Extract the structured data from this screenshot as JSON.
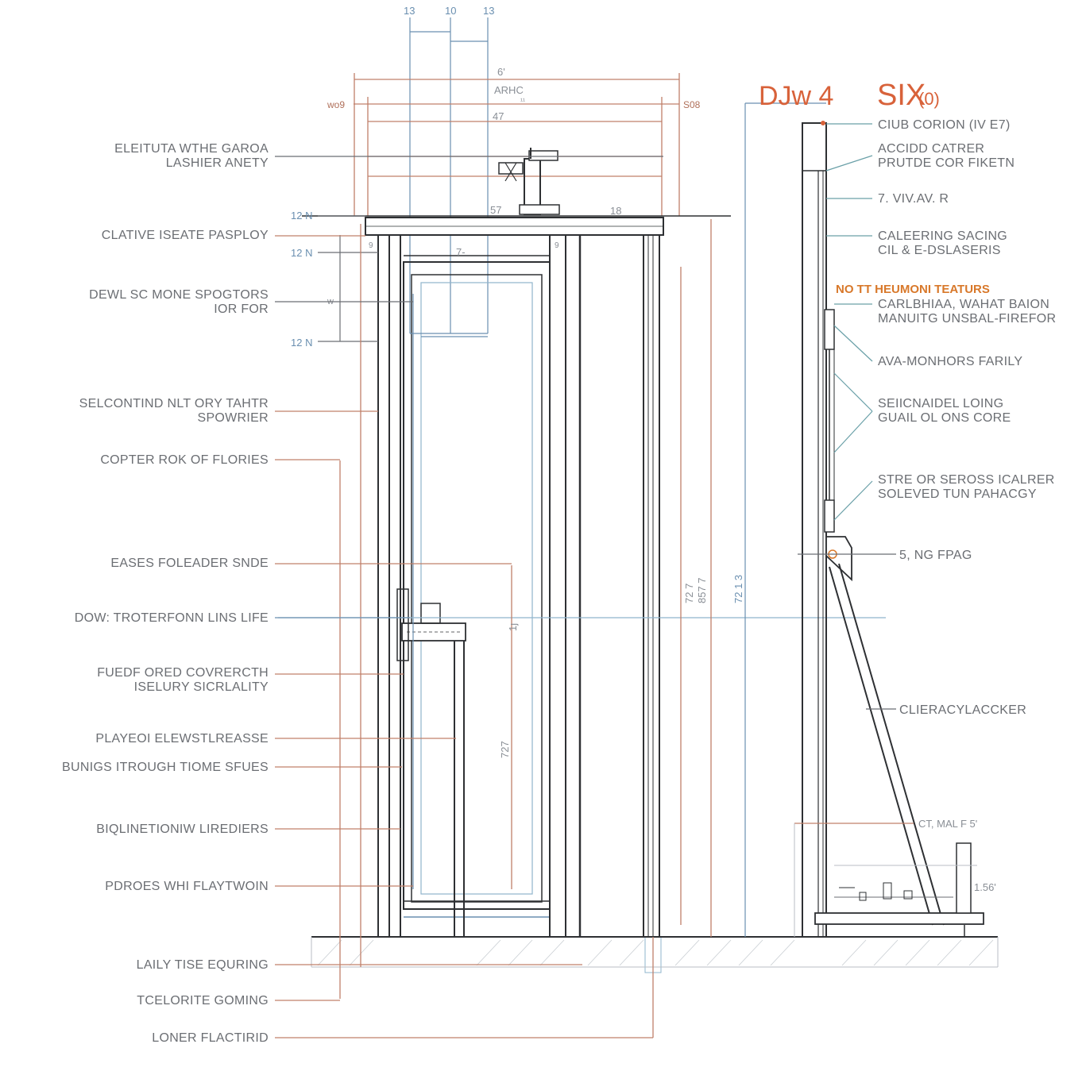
{
  "top_dims": [
    "13",
    "10",
    "13"
  ],
  "main": {
    "dim_6": "6'",
    "dim_arc": "ARHC",
    "dim_small": "¹¹",
    "dim_47": "47",
    "dim_left": "wo9",
    "dim_right": "S08",
    "dim_57": "57",
    "dim_18": "18",
    "dim_12n_a": "12 N",
    "dim_12n_b": "12 N",
    "dim_12n_c": "12 N",
    "dim_7": "7-",
    "dim_w": "w",
    "dim_9": "9",
    "dim_h1": "72 7\n857 7",
    "dim_h2": "72 1 3",
    "dim_inner": "727",
    "dim_inner2": "1ȷ"
  },
  "left_labels": [
    [
      "ELEITUTA WTHE GAROA",
      "LASHIER ANETY"
    ],
    [
      "CLATIVE ISEATE PASPLOY"
    ],
    [
      "DEWL SC MONE SPOGTORS",
      "IOR FOR"
    ],
    [
      "SELCONTIND NLT ORY TAHTR",
      "SPOWRIER"
    ],
    [
      "COPTER ROK OF FLORIES"
    ],
    [
      "EASES FOLEADER SNDE"
    ],
    [
      "DOW: TROTERFONN LINS LIFE"
    ],
    [
      "FUEDF ORED COVRERCTH",
      "ISELURY SICRLALITY"
    ],
    [
      "PLAYEOI ELEWSTLREASSE"
    ],
    [
      "BUNIGS ITROUGH TIOME SFUES"
    ],
    [
      "BIQLINETIONIW LIREDIERS"
    ],
    [
      "PDROES WHI FLAYTWOIN"
    ],
    [
      "LAILY TISE EQURING"
    ],
    [
      "TCELORITE GOMING"
    ],
    [
      "LONER FLACTIRID"
    ]
  ],
  "side": {
    "title_a": "DJw 4",
    "title_b": "SIX",
    "title_b_sub": "(0)",
    "note_heading": "NO TT HEUMONI TEATURS",
    "labels": [
      [
        "CIUB CORION (IV E7)"
      ],
      [
        "ACCIDD CATRER",
        "PRUTDE COR FIKETN"
      ],
      [
        "7. VIV.AV. R"
      ],
      [
        "CALEERING SACING",
        "CIL & E-DSLASERIS"
      ],
      [
        "CARLBHIAA, WAHAT BAION",
        "MANUITG UNSBAL-FIREFOR"
      ],
      [
        "AVA-MONHORS FARILY"
      ],
      [
        "SEIICNAIDEL LOING",
        "GUAIL OL ONS CORE"
      ],
      [
        "STRE OR SEROSS ICALRER",
        "SOLEVED TUN PAHACGY"
      ],
      [
        "5, NG FPAG"
      ],
      [
        "CLIERACYLACCKER"
      ]
    ],
    "dim_ct": "CT, MAL F 5'",
    "dim_156": "1.56'"
  },
  "colors": {
    "line": "#2e3033",
    "leader_red": "#c0806a",
    "leader_gray": "#6b6e73",
    "accent_blue": "#6a8fb0",
    "title_red": "#d8623a",
    "note_orange": "#d8782a"
  }
}
